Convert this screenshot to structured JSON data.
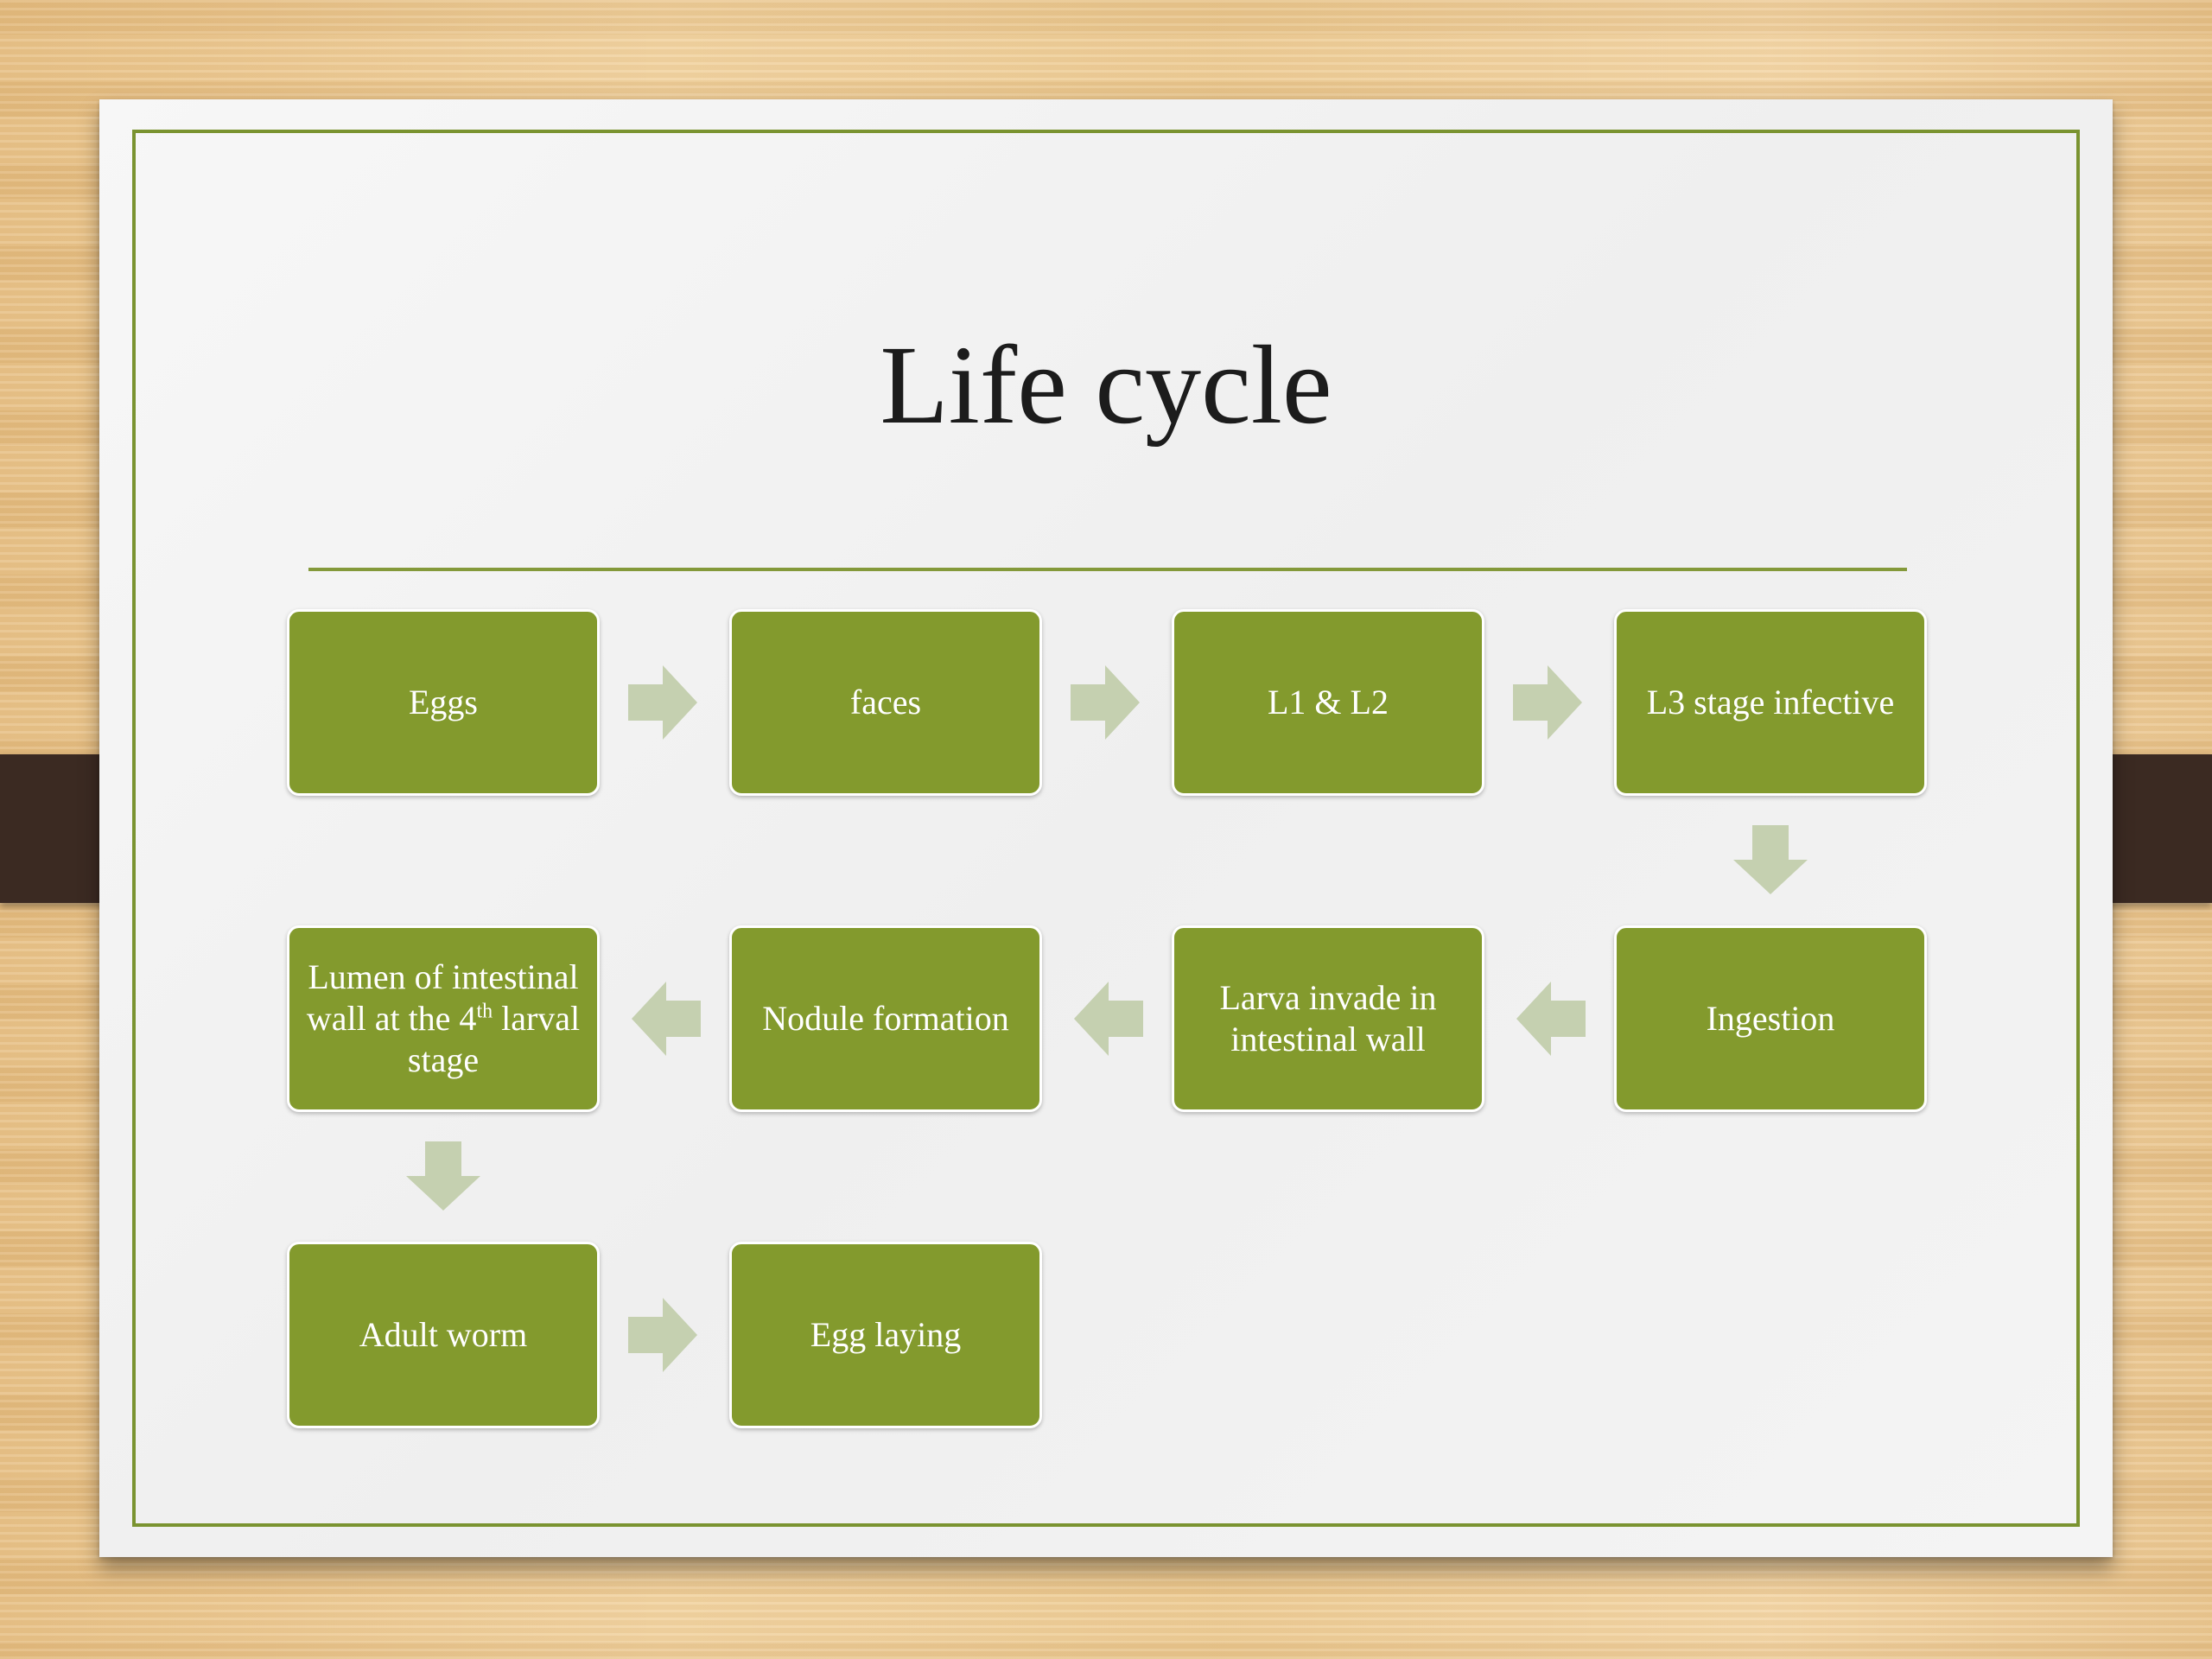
{
  "slide": {
    "title": "Life cycle"
  },
  "diagram": {
    "nodes": [
      {
        "id": "eggs",
        "label": "Eggs"
      },
      {
        "id": "faces",
        "label": "faces"
      },
      {
        "id": "l1-l2",
        "label": "L1 & L2"
      },
      {
        "id": "l3",
        "label": "L3 stage infective"
      },
      {
        "id": "ingestion",
        "label": "Ingestion"
      },
      {
        "id": "larva-invade",
        "label": "Larva invade in intestinal wall"
      },
      {
        "id": "nodule",
        "label": "Nodule formation"
      },
      {
        "id": "lumen",
        "label_parts": [
          "Lumen  of intestinal wall at the 4",
          "th",
          " larval stage"
        ]
      },
      {
        "id": "adult",
        "label": "Adult worm"
      },
      {
        "id": "egg-laying",
        "label": "Egg laying"
      }
    ],
    "edges": [
      {
        "from": "eggs",
        "to": "faces",
        "direction": "right"
      },
      {
        "from": "faces",
        "to": "l1-l2",
        "direction": "right"
      },
      {
        "from": "l1-l2",
        "to": "l3",
        "direction": "right"
      },
      {
        "from": "l3",
        "to": "ingestion",
        "direction": "down"
      },
      {
        "from": "ingestion",
        "to": "larva-invade",
        "direction": "left"
      },
      {
        "from": "larva-invade",
        "to": "nodule",
        "direction": "left"
      },
      {
        "from": "nodule",
        "to": "lumen",
        "direction": "left"
      },
      {
        "from": "lumen",
        "to": "adult",
        "direction": "down"
      },
      {
        "from": "adult",
        "to": "egg-laying",
        "direction": "right"
      }
    ]
  },
  "colors": {
    "node_fill": "#839a2d",
    "node_text": "#ffffff",
    "arrow": "#c5d0b0",
    "rule": "#84993a",
    "frame": "#7a9330",
    "binder_clip": "#3b2a22"
  }
}
